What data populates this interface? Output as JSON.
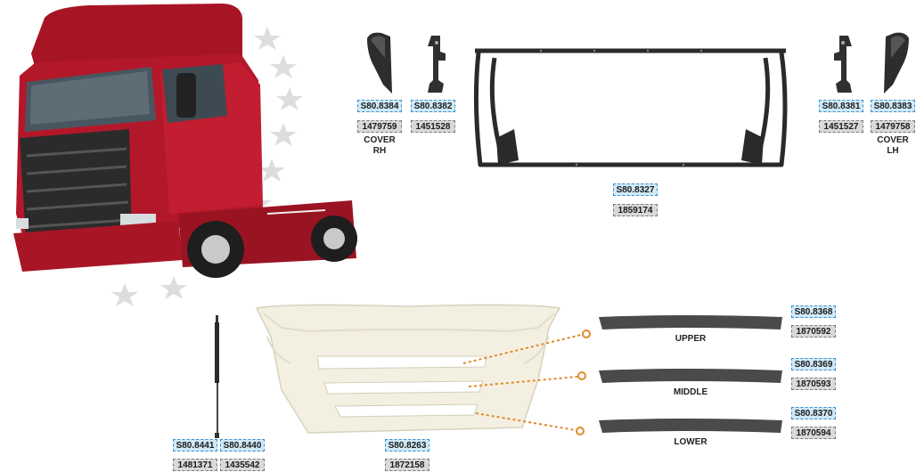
{
  "parts": {
    "cover_rh": {
      "code": "S80.8384",
      "oem": "1479759",
      "label_1": "COVER",
      "label_2": "RH"
    },
    "bracket_rh": {
      "code": "S80.8382",
      "oem": "1451528"
    },
    "frame": {
      "code": "S80.8327",
      "oem": "1859174"
    },
    "bracket_lh": {
      "code": "S80.8381",
      "oem": "1451527"
    },
    "cover_lh": {
      "code": "S80.8383",
      "oem": "1479758",
      "label_1": "COVER",
      "label_2": "LH"
    },
    "strut_a": {
      "code": "S80.8441",
      "oem": "1481371"
    },
    "strut_b": {
      "code": "S80.8440",
      "oem": "1435542"
    },
    "grille": {
      "code": "S80.8263",
      "oem": "1872158"
    },
    "trim_upper": {
      "code": "S80.8368",
      "oem": "1870592",
      "label": "UPPER"
    },
    "trim_middle": {
      "code": "S80.8369",
      "oem": "1870593",
      "label": "MIDDLE"
    },
    "trim_lower": {
      "code": "S80.8370",
      "oem": "1870594",
      "label": "LOWER"
    }
  },
  "colors": {
    "truck_red": "#b3182a",
    "code_blue": "#cfe9f7",
    "code_grey": "#d9d9d9",
    "leader_orange": "#e08a2c",
    "part_dark": "#2d2d2d",
    "grille_cream": "#f3f0e2"
  },
  "icons": {
    "truck": "truck-image",
    "stars": "star-decoration"
  }
}
